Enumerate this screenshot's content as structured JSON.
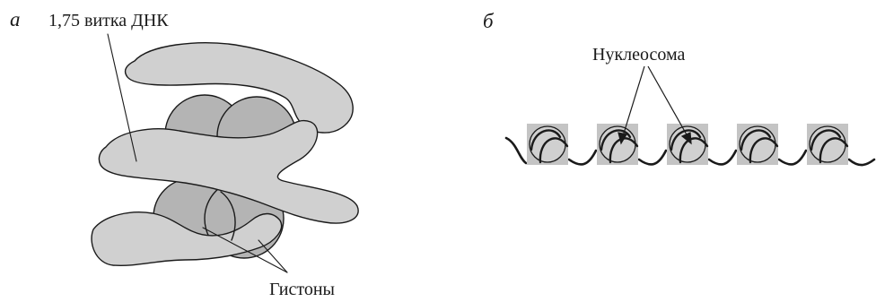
{
  "panel_a": {
    "letter": "а",
    "dna_label": "1,75 витка ДНК",
    "histone_label": "Гистоны"
  },
  "panel_b": {
    "letter": "б",
    "nucleosome_label": "Нуклеосома",
    "nucleosome_count": 5
  },
  "colors": {
    "dna_fill": "#d0d0d0",
    "histone_fill": "#b4b4b4",
    "box_fill": "#c4c4c4",
    "line": "#1a1a1a"
  }
}
